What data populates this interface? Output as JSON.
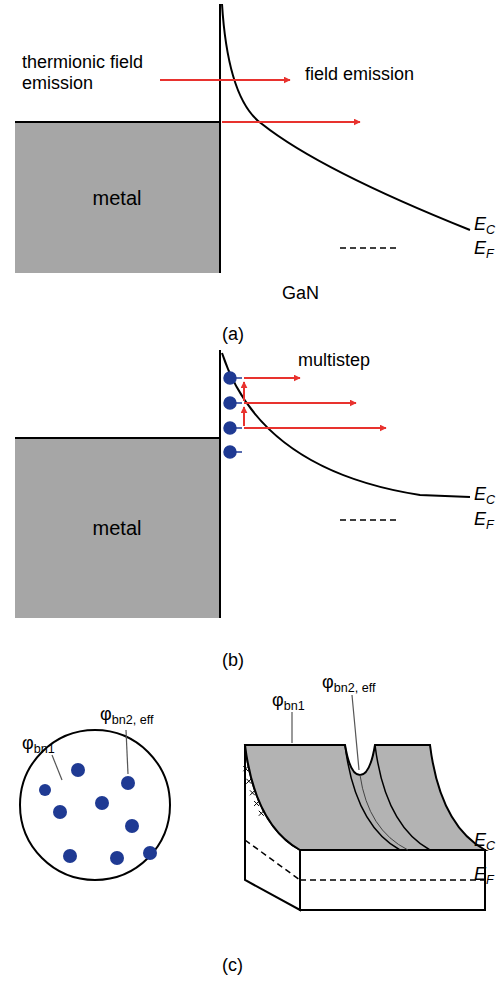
{
  "diagram": {
    "nodes": [
      {
        "text": [
          "metal"
        ]
      },
      {
        "text": [
          "metal"
        ]
      }
    ],
    "labels": [
      "thermionic field emission",
      "field emission",
      "EC",
      "EF",
      "GaN",
      "(a)",
      "multistep",
      "EC",
      "EF",
      "(b)",
      "φbn2, eff",
      "φbn1",
      "φbn1",
      "φbn2, eff",
      "EC",
      "EF",
      "(c)"
    ]
  }
}
